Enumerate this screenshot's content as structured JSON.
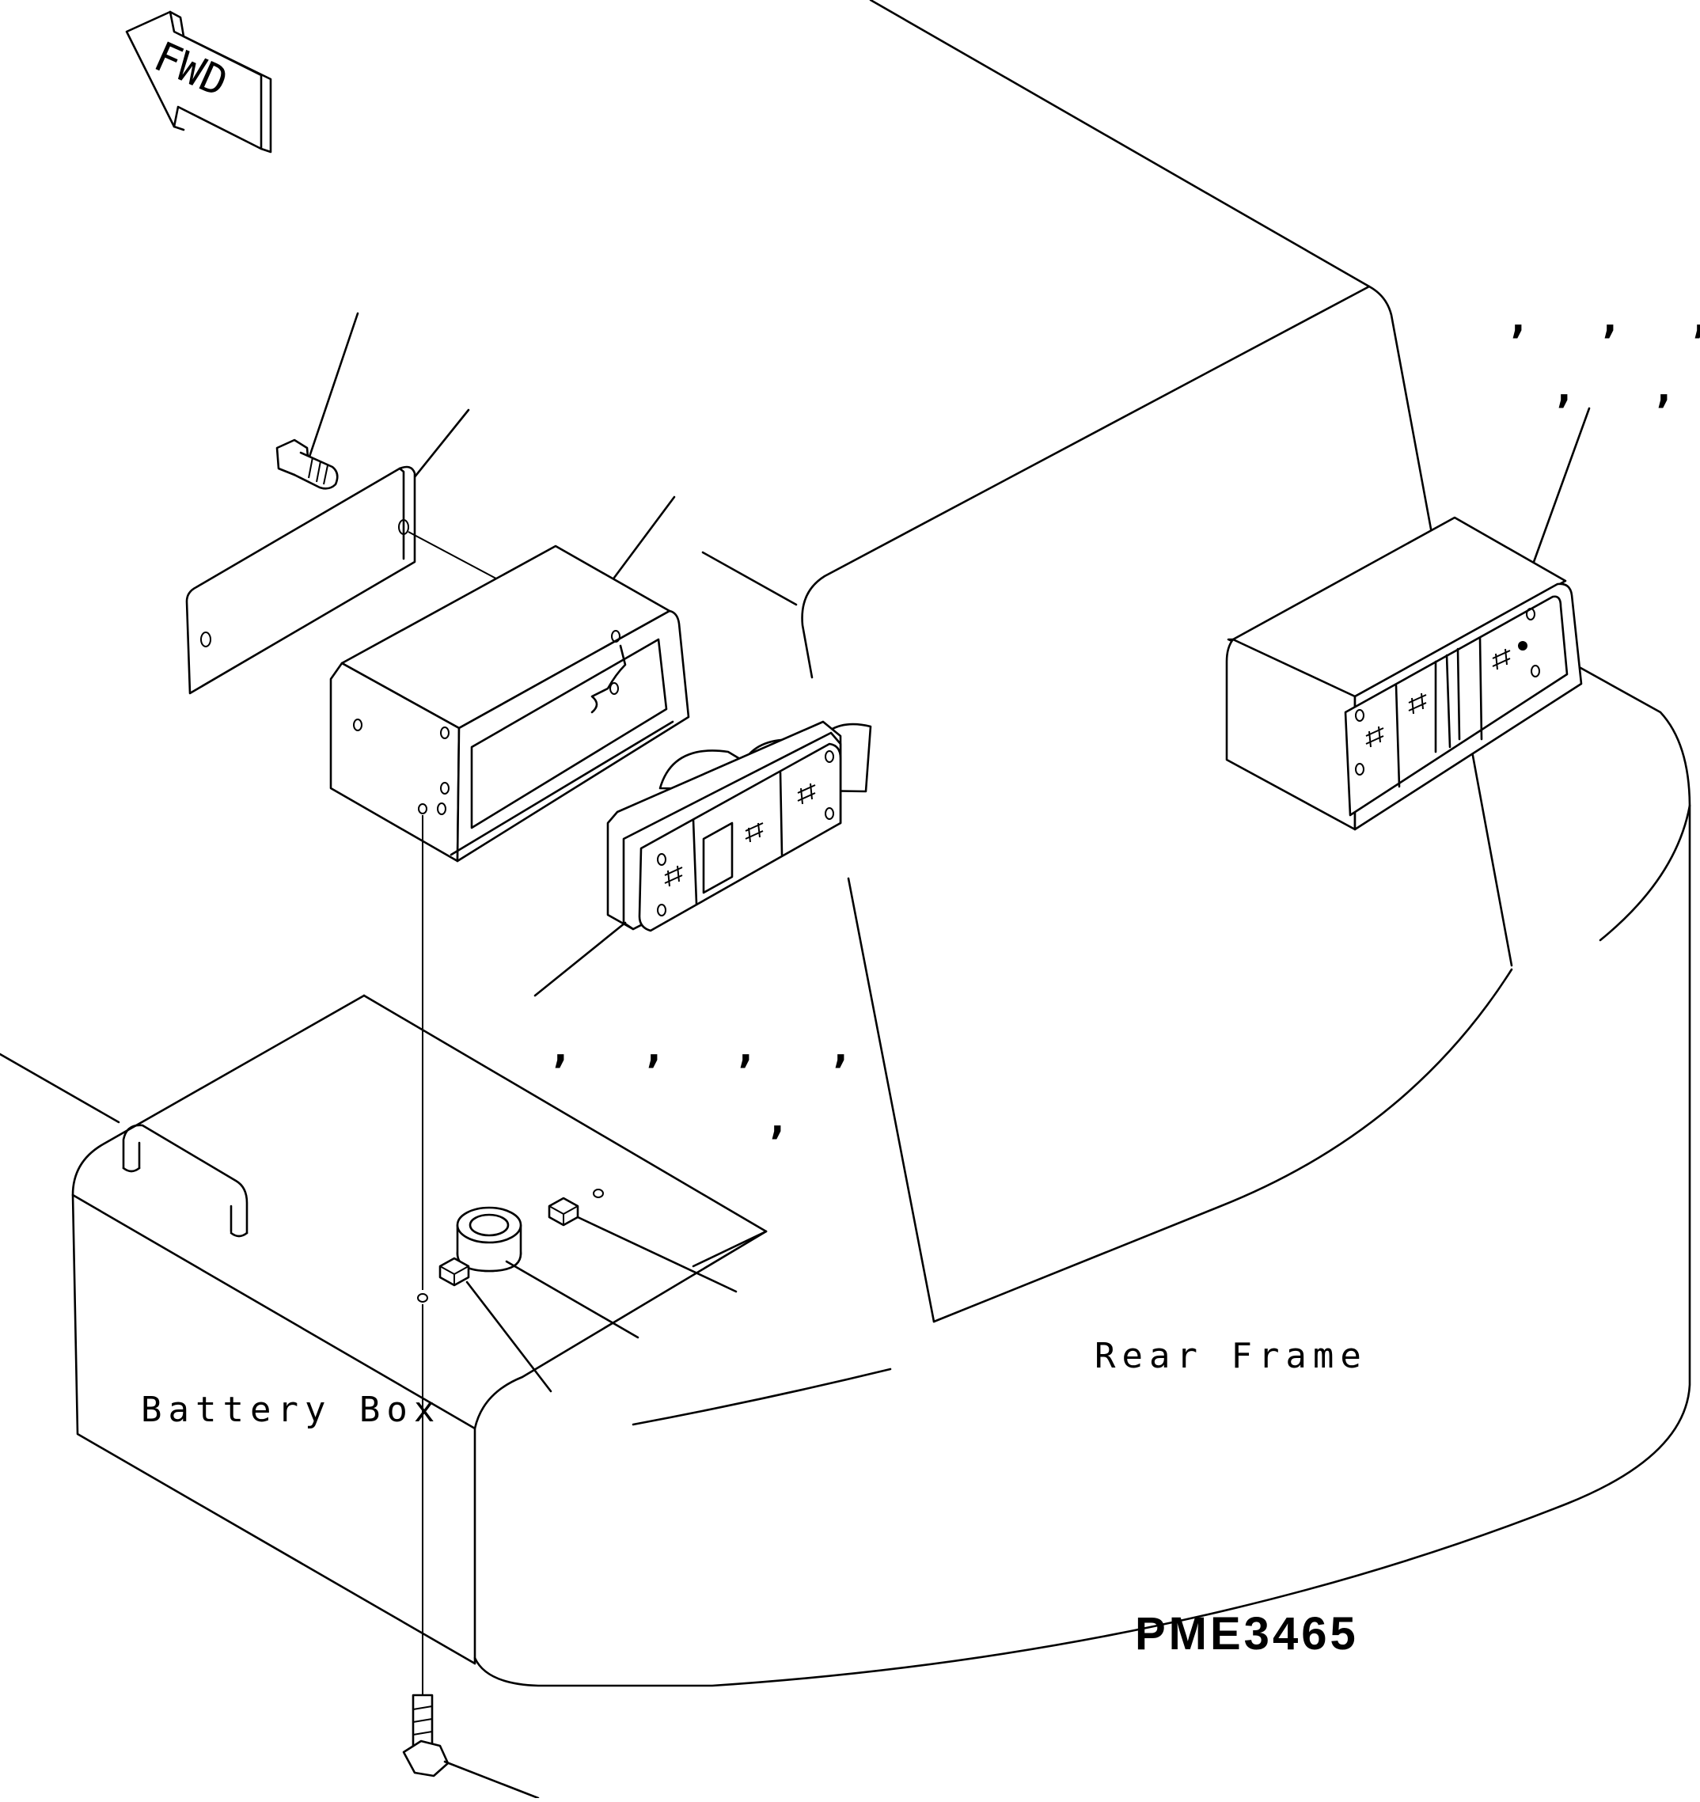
{
  "figure": {
    "code": "PME3465",
    "labels": {
      "forward_arrow": "FWD",
      "battery_box": "Battery Box",
      "rear_frame": "Rear Frame"
    },
    "callout_marks": {
      "right_row1": [
        ",",
        ",",
        ","
      ],
      "right_row2": [
        ",",
        ","
      ],
      "center_row1": [
        ",",
        ",",
        ",",
        ","
      ],
      "center_row2": [
        ","
      ]
    }
  }
}
